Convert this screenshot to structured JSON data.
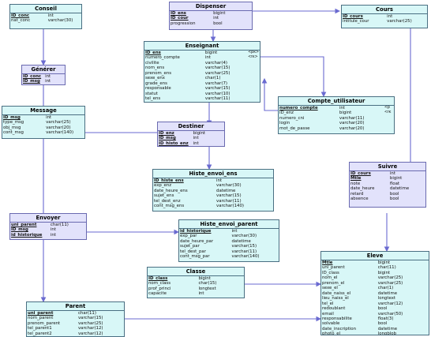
{
  "colors": {
    "association": "#d8f7f7",
    "table": "#e2e2fb",
    "border": "#4a6f82",
    "line": "#6a6ad0"
  },
  "entities": {
    "conseil": {
      "name": "Conseil",
      "attributes": [
        {
          "n": "ID_conc",
          "t": "int",
          "pk": true
        },
        {
          "n": "nat_conc",
          "t": "varchar(30)"
        }
      ]
    },
    "dispenser": {
      "name": "Dispenser",
      "attributes": [
        {
          "n": "ID_ens",
          "t": "bigint",
          "pk": true
        },
        {
          "n": "ID_cour",
          "t": "int",
          "pk": true
        },
        {
          "n": "progression",
          "t": "bool"
        }
      ]
    },
    "cours": {
      "name": "Cours",
      "attributes": [
        {
          "n": "ID_cours",
          "t": "int",
          "pk": true
        },
        {
          "n": "intitule_cour",
          "t": "varchar(25)"
        }
      ]
    },
    "enseignant": {
      "name": "Enseignant",
      "attributes": [
        {
          "n": "ID_ens",
          "t": "bigint",
          "pk": true,
          "f": "<pk>"
        },
        {
          "n": "numero_compte",
          "t": "int",
          "f": "<fk>"
        },
        {
          "n": "civilite",
          "t": "varchar(4)"
        },
        {
          "n": "nom_ens",
          "t": "varchar(15)"
        },
        {
          "n": "prenom_ens",
          "t": "varchar(25)"
        },
        {
          "n": "sexe_enx",
          "t": "char(1)"
        },
        {
          "n": "grade_ens",
          "t": "varchar(7)"
        },
        {
          "n": "responsable",
          "t": "varchar(15)"
        },
        {
          "n": "statut",
          "t": "varchar(10)"
        },
        {
          "n": "tel_ens",
          "t": "varchar(11)"
        }
      ]
    },
    "generer": {
      "name": "Générer",
      "attributes": [
        {
          "n": "ID_conc",
          "t": "int",
          "pk": true
        },
        {
          "n": "ID_msg",
          "t": "int",
          "pk": true
        }
      ]
    },
    "message": {
      "name": "Message",
      "attributes": [
        {
          "n": "ID_msg",
          "t": "int",
          "pk": true
        },
        {
          "n": "type_msg",
          "t": "varchar(25)"
        },
        {
          "n": "obj_msg",
          "t": "varchar(20)"
        },
        {
          "n": "cont_msg",
          "t": "varchar(140)"
        }
      ]
    },
    "compte": {
      "name": "Compte_utilisateur",
      "attributes": [
        {
          "n": "numero_compte",
          "t": "int",
          "pk": true,
          "f": "<p"
        },
        {
          "n": "ID_enz",
          "t": "bigint",
          "f": "<fk"
        },
        {
          "n": "numero_cni",
          "t": "varchar(11)"
        },
        {
          "n": "login",
          "t": "varchar(20)"
        },
        {
          "n": "mot_de_passe",
          "t": "varchar(20)"
        }
      ]
    },
    "destiner": {
      "name": "Destiner",
      "attributes": [
        {
          "n": "ID_enz",
          "t": "bigint",
          "pk": true
        },
        {
          "n": "ID_msg",
          "t": "int",
          "pk": true
        },
        {
          "n": "ID_histo_enz",
          "t": "int",
          "pk": true
        }
      ]
    },
    "suivre": {
      "name": "Suivre",
      "attributes": [
        {
          "n": "ID_cours",
          "t": "int",
          "pk": true
        },
        {
          "n": "Mtle",
          "t": "bigint",
          "pk": true
        },
        {
          "n": "note",
          "t": "float"
        },
        {
          "n": "date_heure",
          "t": "datetime"
        },
        {
          "n": "retard",
          "t": "bool"
        },
        {
          "n": "absence",
          "t": "bool"
        }
      ]
    },
    "histe_envoi_ens": {
      "name": "Histe_envoi_ens",
      "attributes": [
        {
          "n": "ID_histe_ens",
          "t": "int",
          "pk": true
        },
        {
          "n": "exp_enz",
          "t": "varchar(30)"
        },
        {
          "n": "date_heure_ens",
          "t": "datetime"
        },
        {
          "n": "sujet_ens",
          "t": "varchar(15)"
        },
        {
          "n": "tel_dest_enz",
          "t": "varchar(11)"
        },
        {
          "n": "cont_msg_ens",
          "t": "varchar(140)"
        }
      ]
    },
    "envoyer": {
      "name": "Envoyer",
      "attributes": [
        {
          "n": "uni_parent",
          "t": "char(11)",
          "pk": true
        },
        {
          "n": "ID_msg",
          "t": "int",
          "pk": true
        },
        {
          "n": "id_historique",
          "t": "int",
          "pk": true
        }
      ]
    },
    "histe_envoi_parent": {
      "name": "Histe_envoi_parent",
      "attributes": [
        {
          "n": "id_historique",
          "t": "int",
          "pk": true
        },
        {
          "n": "exp_par",
          "t": "varchar(30)"
        },
        {
          "n": "date_heure_par",
          "t": "datetime"
        },
        {
          "n": "sujet_par",
          "t": "varchar(15)"
        },
        {
          "n": "tel_dest_par",
          "t": "varchar(11)"
        },
        {
          "n": "cont_msg_par",
          "t": "varchar(140)"
        }
      ]
    },
    "classe": {
      "name": "Classe",
      "attributes": [
        {
          "n": "ID_class",
          "t": "bigint",
          "pk": true
        },
        {
          "n": "nom_class",
          "t": "char(15)"
        },
        {
          "n": "prof_princi",
          "t": "longtext"
        },
        {
          "n": "capacite",
          "t": "int"
        }
      ]
    },
    "eleve": {
      "name": "Eleve",
      "attributes": [
        {
          "n": "Mtle",
          "t": "bigint",
          "pk": true
        },
        {
          "n": "uni_parent",
          "t": "char(11)"
        },
        {
          "n": "ID_class",
          "t": "bigint"
        },
        {
          "n": "nom_el",
          "t": "varchar(25)"
        },
        {
          "n": "prenom_el",
          "t": "varchar(25)"
        },
        {
          "n": "sexe_el",
          "t": "char(1)"
        },
        {
          "n": "date_naiss_el",
          "t": "datetime"
        },
        {
          "n": "lieu_naiss_el",
          "t": "longtext"
        },
        {
          "n": "tel_el",
          "t": "varchar(12)"
        },
        {
          "n": "redoublant",
          "t": "bool"
        },
        {
          "n": "email",
          "t": "varchar(50)"
        },
        {
          "n": "responsabilite",
          "t": "float(3)"
        },
        {
          "n": "solvable",
          "t": "bool"
        },
        {
          "n": "date_inscription",
          "t": "datetime"
        },
        {
          "n": "photo_el",
          "t": "longblob"
        }
      ]
    },
    "parent": {
      "name": "Parent",
      "attributes": [
        {
          "n": "uni_parent",
          "t": "char(11)",
          "pk": true
        },
        {
          "n": "nom_parent",
          "t": "varchar(15)"
        },
        {
          "n": "prenom_parent",
          "t": "varchar(25)"
        },
        {
          "n": "tel_parent1",
          "t": "varchar(12)"
        },
        {
          "n": "tel_parent2",
          "t": "varchar(12)"
        }
      ]
    }
  }
}
